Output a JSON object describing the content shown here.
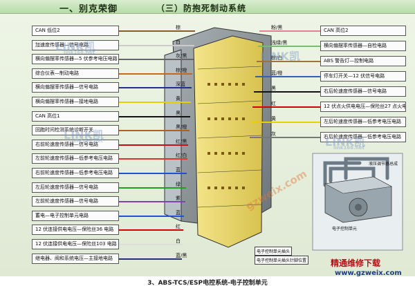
{
  "header": {
    "left_title": "一、别克荣御",
    "right_title": "（三）防抱死制动系统"
  },
  "caption": "3、ABS-TCS/ESP电控系统-电子控制单元",
  "watermarks": {
    "brand_text": "LINK凯",
    "site_small": "link168.net",
    "gzweix": "gzweix.com",
    "corner_title": "精通维修下载",
    "corner_site": "www.gzweix.com"
  },
  "left_labels": [
    {
      "text": "CAN 低位2",
      "wire": "棕",
      "color": "#8b5a2b"
    },
    {
      "text": "加速度传感器—信号电路",
      "wire": "白",
      "color": "#cccccc"
    },
    {
      "text": "横向偏摆率传感器—5 伏参考电压电路",
      "wire": "灰/黑",
      "color": "#666666"
    },
    {
      "text": "综合仪表—制动电路",
      "wire": "棕/橙",
      "color": "#c06a20"
    },
    {
      "text": "横向偏摆率传感器—信号电路",
      "wire": "深蓝",
      "color": "#1c2f8c"
    },
    {
      "text": "横向偏摆率传感器—接地电路",
      "wire": "黄",
      "color": "#e8d000"
    },
    {
      "text": "CAN 高位1",
      "wire": "黑",
      "color": "#111111"
    },
    {
      "text": "回跑时间检测系统诊断开关",
      "wire": "黑/橙",
      "color": "#b0601a"
    },
    {
      "text": "右前轮速度传感器—信号电路",
      "wire": "红/黑",
      "color": "#c01010"
    },
    {
      "text": "左前轮速度传感器—低参考电压电路",
      "wire": "红/白",
      "color": "#e03030"
    },
    {
      "text": "右前轮速度传感器—低参考电压电路",
      "wire": "蓝",
      "color": "#2050d0"
    },
    {
      "text": "左后轮速度传感器—信号电路",
      "wire": "绿",
      "color": "#20a020"
    },
    {
      "text": "左前轮速度传感器—信号电路",
      "wire": "紫",
      "color": "#8040b0"
    },
    {
      "text": "蓄电—电子控制单元电路",
      "wire": "蓝",
      "color": "#2050d0"
    },
    {
      "text": "12 伏连接供电电压—保险丝36 电路",
      "wire": "红",
      "color": "#d00000"
    },
    {
      "text": "12 伏连接供电电压—保险丝103 电路",
      "wire": "白",
      "color": "#dddddd"
    },
    {
      "text": "继电器、阀和系统电压—主接地电路",
      "wire": "蓝/黑",
      "color": "#203070"
    }
  ],
  "right_labels": [
    {
      "text": "CAN 高位2",
      "wire": "粉/黑",
      "color": "#e08090"
    },
    {
      "text": "横向偏摆率传感器—自检电路",
      "wire": "浅绿/黑",
      "color": "#70c070"
    },
    {
      "text": "ABS 警告灯—控制电路",
      "wire": "棕/白",
      "color": "#a07040"
    },
    {
      "text": "停车灯开关—12 伏信号电路",
      "wire": "蓝/橙",
      "color": "#3060b0"
    },
    {
      "text": "右后轮速度传感器—信号电路",
      "wire": "黑",
      "color": "#111111"
    },
    {
      "text": "12 伏点火供电电压—保险丝27 点火电压电路",
      "wire": "红",
      "color": "#d00000"
    },
    {
      "text": "左后轮速度传感器—低参考电压电路",
      "wire": "黄",
      "color": "#e8d000"
    },
    {
      "text": "右后轮速度传感器—低参考电压电路",
      "wire": "灰",
      "color": "#777777"
    }
  ],
  "pump_labels": {
    "pump_valve": "液压调节器总成",
    "ecu_unit": "电子控制单元"
  },
  "pin_notes": [
    "电子控制单元插头",
    "电子控制单元插头针脚位置"
  ]
}
